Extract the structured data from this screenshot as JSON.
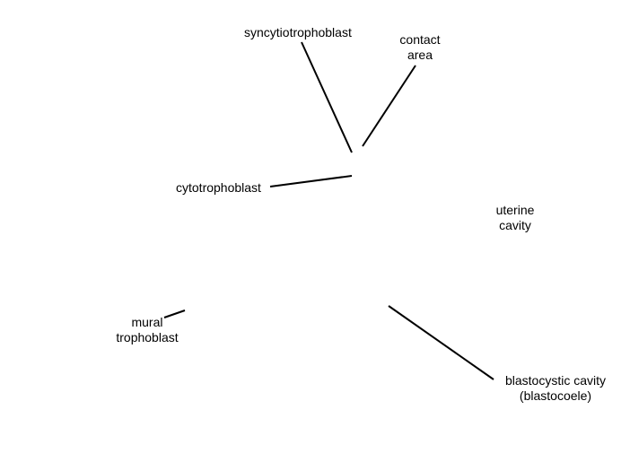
{
  "labels": {
    "syncytiotrophoblast": "syncytiotrophoblast",
    "contact_area_line1": "contact",
    "contact_area_line2": "area",
    "cytotrophoblast": "cytotrophoblast",
    "uterine_cavity_line1": "uterine",
    "uterine_cavity_line2": "cavity",
    "mural_trophoblast_line1": "mural",
    "mural_trophoblast_line2": "trophoblast",
    "blastocystic_cavity_line1": "blastocystic cavity",
    "blastocystic_cavity_line2": "(blastocoele)"
  },
  "colors": {
    "text": "#000000",
    "lines": "#000000",
    "background": "#ffffff"
  }
}
